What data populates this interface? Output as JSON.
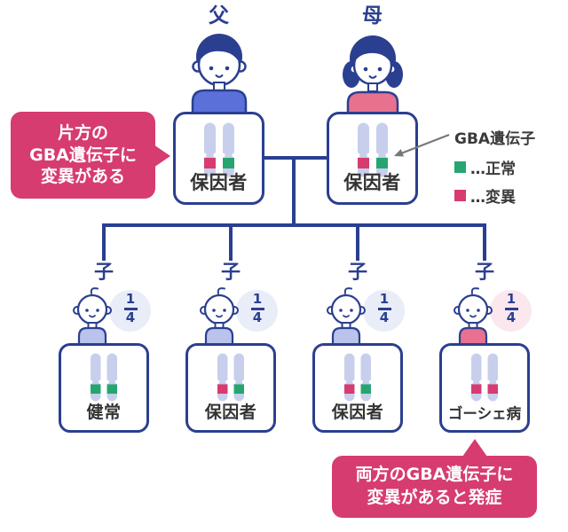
{
  "palette": {
    "navy_outline": "#2b3f90",
    "accent_pink": "#d63c70",
    "gene_normal_green": "#27a571",
    "chromosome_body": "#c7cfec",
    "text_dark": "#333333",
    "arrow_gray": "#76787a"
  },
  "parents": [
    {
      "role_label": "父",
      "status": "保因者",
      "shirt_color": "#5b70d8",
      "genes": [
        {
          "type": "変異",
          "color": "#d63c70"
        },
        {
          "type": "正常",
          "color": "#27a571"
        }
      ]
    },
    {
      "role_label": "母",
      "status": "保因者",
      "shirt_color": "#e8718f",
      "genes": [
        {
          "type": "変異",
          "color": "#d63c70"
        },
        {
          "type": "正常",
          "color": "#27a571"
        }
      ]
    }
  ],
  "children": [
    {
      "role_label": "子",
      "probability_numerator": "1",
      "probability_denominator": "4",
      "status": "健常",
      "shirt_color": "#b9c3ec",
      "badge_color": "#e9edf8",
      "genes": [
        {
          "type": "正常",
          "color": "#27a571"
        },
        {
          "type": "正常",
          "color": "#27a571"
        }
      ]
    },
    {
      "role_label": "子",
      "probability_numerator": "1",
      "probability_denominator": "4",
      "status": "保因者",
      "shirt_color": "#b9c3ec",
      "badge_color": "#e9edf8",
      "genes": [
        {
          "type": "変異",
          "color": "#d63c70"
        },
        {
          "type": "正常",
          "color": "#27a571"
        }
      ]
    },
    {
      "role_label": "子",
      "probability_numerator": "1",
      "probability_denominator": "4",
      "status": "保因者",
      "shirt_color": "#b9c3ec",
      "badge_color": "#e9edf8",
      "genes": [
        {
          "type": "変異",
          "color": "#d63c70"
        },
        {
          "type": "正常",
          "color": "#27a571"
        }
      ]
    },
    {
      "role_label": "子",
      "probability_numerator": "1",
      "probability_denominator": "4",
      "status": "ゴーシェ病",
      "shirt_color": "#e8718f",
      "badge_color": "#fbe8ef",
      "genes": [
        {
          "type": "変異",
          "color": "#d63c70"
        },
        {
          "type": "変異",
          "color": "#d63c70"
        }
      ]
    }
  ],
  "callout_left": {
    "line1": "片方の",
    "line2": "GBA遺伝子に",
    "line3": "変異がある"
  },
  "callout_bottom": {
    "line1": "両方のGBA遺伝子に",
    "line2": "変異があると発症"
  },
  "legend": {
    "title": "GBA遺伝子",
    "items": [
      {
        "label": "…正常",
        "color": "#27a571"
      },
      {
        "label": "…変異",
        "color": "#d63c70"
      }
    ]
  }
}
